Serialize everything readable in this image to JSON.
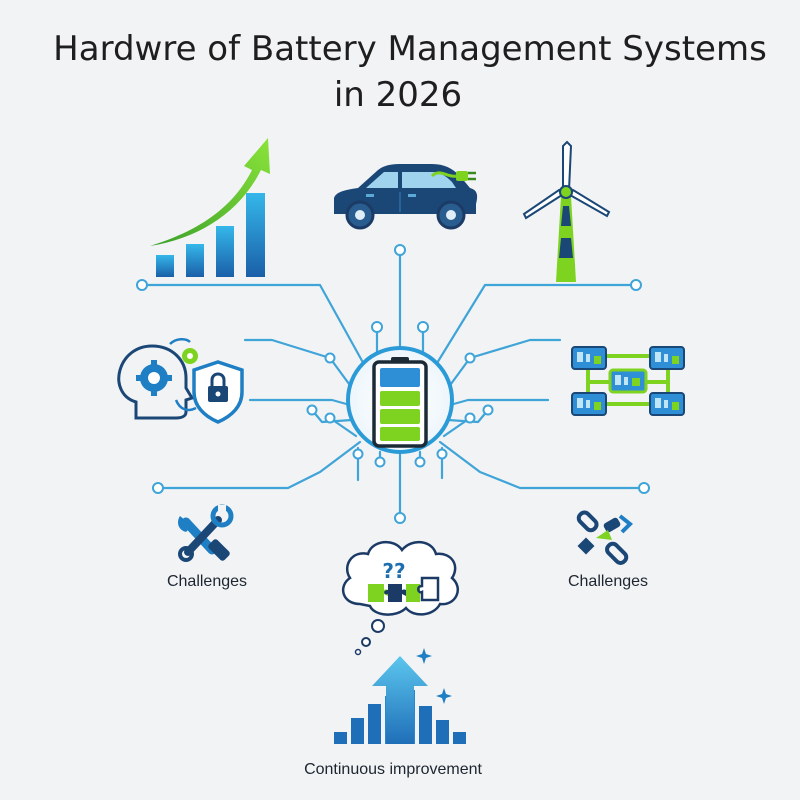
{
  "title": {
    "line1": "Hardwre of Battery Management Systems",
    "line2": "in 2026"
  },
  "captions": {
    "left_challenges": "Challenges",
    "right_challenges": "Challenges",
    "bottom_improvement": "Continuous improvement"
  },
  "thought_bubble": {
    "glyphs": "??"
  },
  "colors": {
    "background": "#f2f3f5",
    "wire": "#3fa4d8",
    "navy": "#1b3b66",
    "blue": "#1f7fc4",
    "green": "#7ed321",
    "dark_green": "#3a8a1e"
  },
  "icons": [
    "growth-chart-icon",
    "electric-car-icon",
    "wind-turbine-icon",
    "ai-security-icon",
    "battery-pack-modules-icon",
    "central-battery-icon",
    "tools-icon",
    "broken-chain-icon",
    "puzzle-thought-icon",
    "continuous-improvement-icon"
  ]
}
